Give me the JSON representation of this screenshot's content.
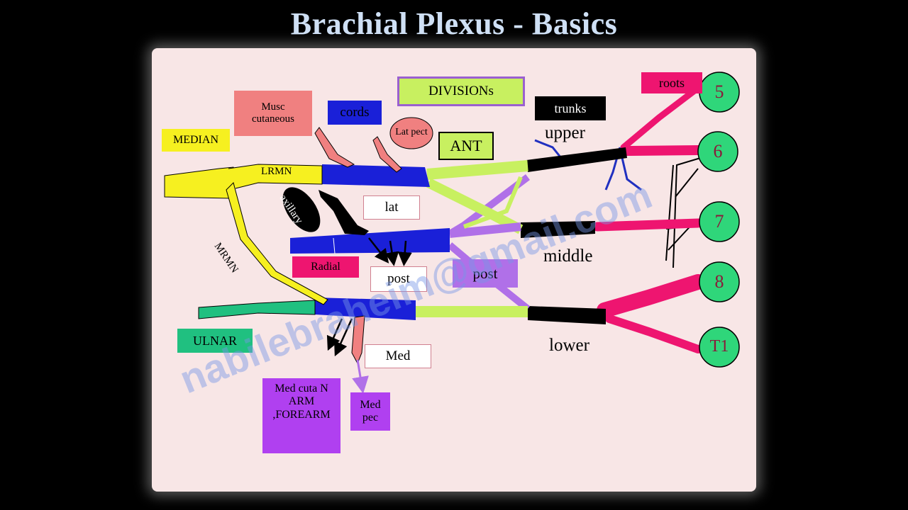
{
  "title": "Brachial Plexus - Basics",
  "labels": {
    "divisions": "DIVISIONs",
    "trunks": "trunks",
    "roots": "roots",
    "cords": "cords",
    "musc_cutaneous": "Musc cutaneous",
    "lat_pect": "Lat pect",
    "ant": "ANT",
    "median": "MEDIAN",
    "lrmn": "LRMN",
    "mrmn": "MRMN",
    "axillary": "axillary",
    "lat": "lat",
    "radial": "Radial",
    "post_cord": "post",
    "post_division": "post",
    "ulnar": "ULNAR",
    "med": "Med",
    "med_cuta": "Med  cuta N ARM ,FOREARM",
    "med_pec": "Med pec",
    "upper": "upper",
    "middle": "middle",
    "lower": "lower"
  },
  "roots": [
    "5",
    "6",
    "7",
    "8",
    "T1"
  ],
  "watermark": "nabilebraheim@gmail.com",
  "colors": {
    "background": "#000000",
    "title": "#cfe0f5",
    "panel": "#f8e6e6",
    "root_circle": "#2fd67a",
    "root_text": "#8a1a3a",
    "roots_pink": "#ee1570",
    "trunk_black": "#000000",
    "division_lime": "#c8f060",
    "division_violet": "#b070e8",
    "cord_blue": "#1a20d8",
    "median_yellow": "#f6f020",
    "ulnar_teal": "#20c080",
    "musc_salmon": "#f08080",
    "radial_pink": "#ee1570",
    "purple_box": "#b040f0"
  }
}
